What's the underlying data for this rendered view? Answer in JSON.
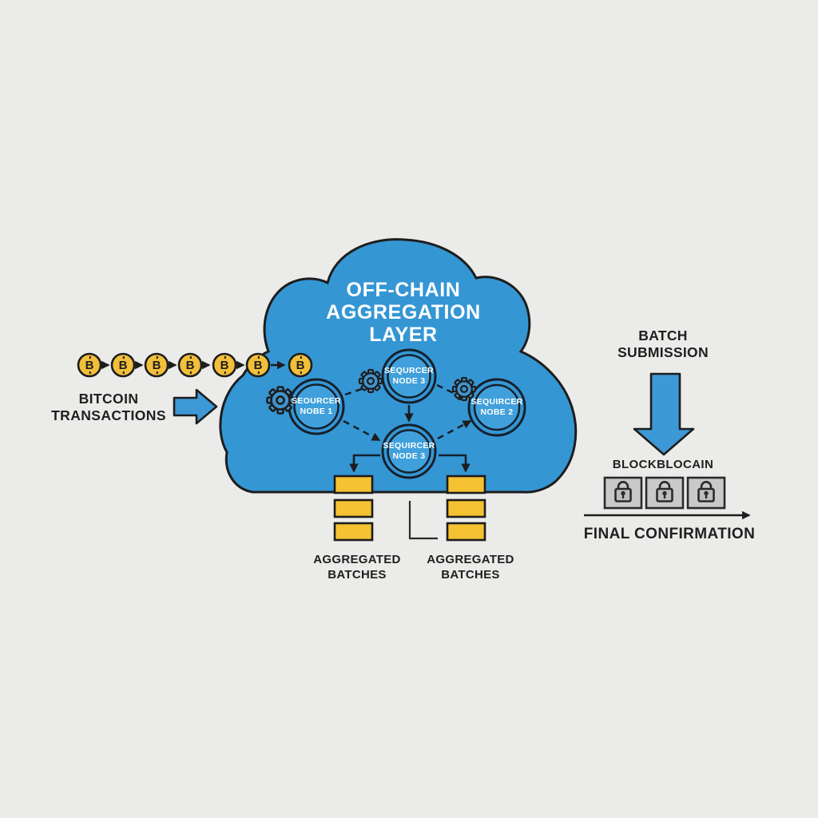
{
  "colors": {
    "background": "#ebebe9",
    "cloud_blue": "#3596d4",
    "node_inner_blue": "#40a0db",
    "gear_blue": "#4094cc",
    "coin_yellow": "#f2bf3a",
    "batch_yellow": "#f5c232",
    "lock_box_gray": "#c9c9c9",
    "outline_dark": "#1d1d1d",
    "text_dark": "#1f1f1f",
    "title_white": "#ffffff"
  },
  "bitcoin_chain": {
    "symbol": "B",
    "coin_count": 7,
    "label_line1": "BITCOIN",
    "label_line2": "TRANSACTIONS"
  },
  "cloud": {
    "title_line1": "OFF-CHAIN",
    "title_line2": "AGGREGATION",
    "title_line3": "LAYER"
  },
  "nodes": {
    "node1": {
      "line1": "SEOURCER",
      "line2": "NOBE 1"
    },
    "node3": {
      "line1": "SEQURCER",
      "line2": "NODE 3"
    },
    "node2": {
      "line1": "SEQUIRCER",
      "line2": "NOBE 2"
    },
    "node_bottom": {
      "line1": "SEQUIRCER",
      "line2": "NODE 3"
    }
  },
  "batches": {
    "left_line1": "AGGREGATED",
    "left_line2": "BATCHES",
    "right_line1": "AGGREGATED",
    "right_line2": "BATCHES"
  },
  "right_panel": {
    "batch_submission_line1": "BATCH",
    "batch_submission_line2": "SUBMISSION",
    "blockchain_label": "BLOCKBLOCAIN",
    "block_count": 3,
    "final_confirmation": "FINAL CONFIRMATION"
  }
}
